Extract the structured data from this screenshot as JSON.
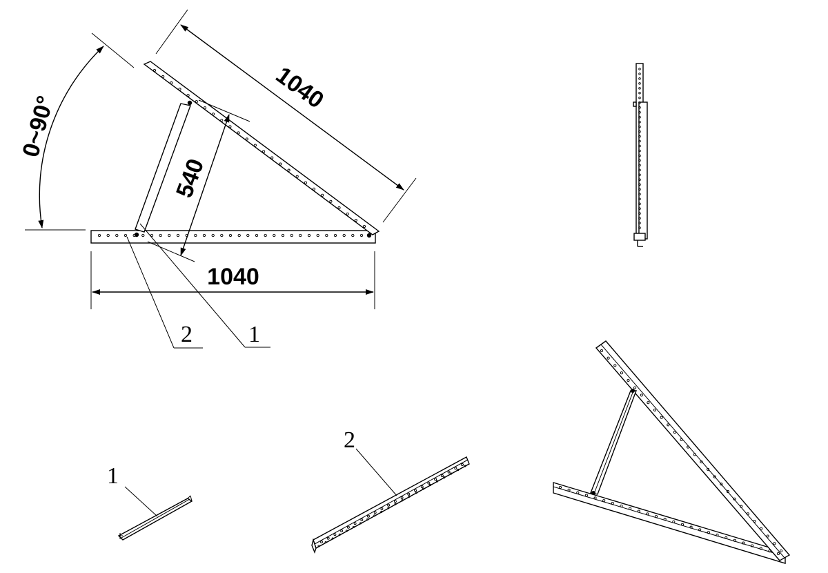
{
  "front_view": {
    "top_length": "1040",
    "brace_length": "540",
    "base_length": "1040",
    "angle_range": "0~90°",
    "callout_1": "1",
    "callout_2": "2"
  },
  "parts": {
    "part_1_label": "1",
    "part_2_label": "2"
  }
}
